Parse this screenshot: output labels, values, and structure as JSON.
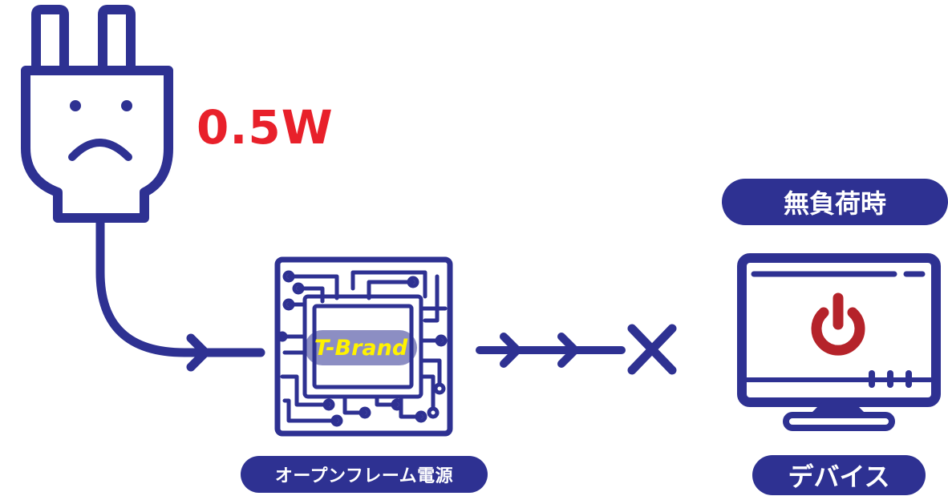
{
  "power_reading": "0.5W",
  "board_brand": "T-Brand",
  "labels": {
    "no_load": "無負荷時",
    "power_supply": "オープンフレーム電源",
    "device": "デバイス"
  },
  "colors": {
    "primary": "#2e3192",
    "warning": "#e8202a",
    "power_icon": "#b5232a",
    "brand_text": "#fff200"
  },
  "icons": [
    "sad-plug-icon",
    "circuit-board-icon",
    "arrow-right-icon",
    "cross-icon",
    "monitor-icon",
    "power-icon"
  ]
}
